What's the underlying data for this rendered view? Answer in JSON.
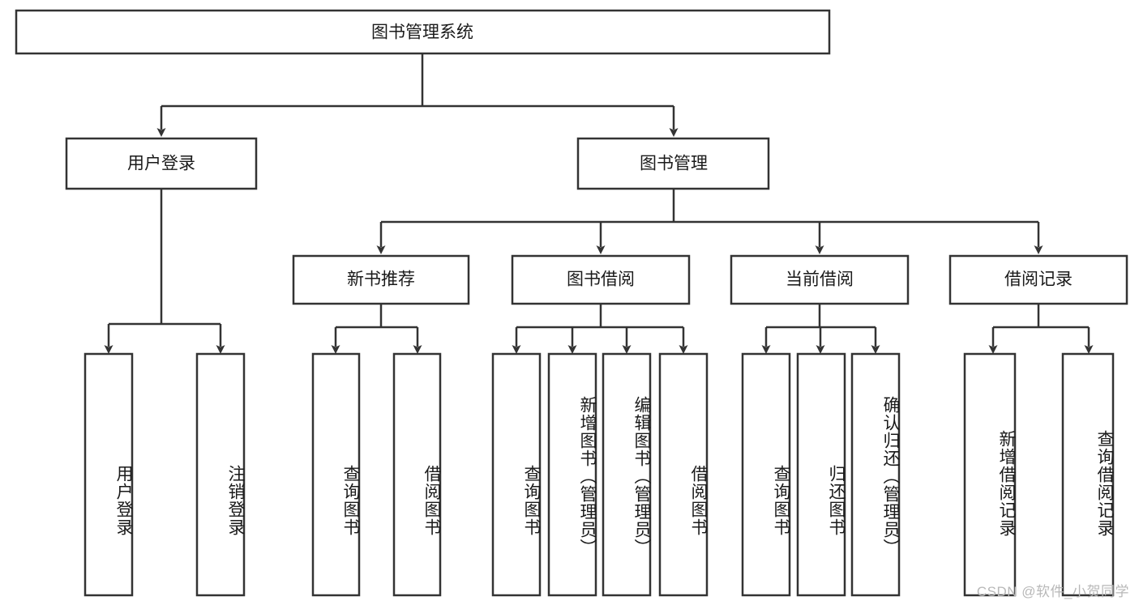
{
  "diagram": {
    "type": "tree-hierarchy",
    "title": "图书管理系统",
    "watermark": "CSDN @软件_小贺同学",
    "levels": {
      "root": {
        "label": "图书管理系统"
      },
      "level2": [
        {
          "id": "user-login",
          "label": "用户登录"
        },
        {
          "id": "book-management",
          "label": "图书管理"
        }
      ],
      "level3": [
        {
          "id": "new-book-recommend",
          "label": "新书推荐",
          "parent": "book-management"
        },
        {
          "id": "book-borrow",
          "label": "图书借阅",
          "parent": "book-management"
        },
        {
          "id": "current-borrow",
          "label": "当前借阅",
          "parent": "book-management"
        },
        {
          "id": "borrow-record",
          "label": "借阅记录",
          "parent": "book-management"
        }
      ],
      "leaves": [
        {
          "id": "leaf-user-login",
          "label": "用户登录",
          "parent": "user-login"
        },
        {
          "id": "leaf-logout-login",
          "label": "注销登录",
          "parent": "user-login"
        },
        {
          "id": "leaf-query-book-1",
          "label": "查询图书",
          "parent": "new-book-recommend"
        },
        {
          "id": "leaf-borrow-book-1",
          "label": "借阅图书",
          "parent": "new-book-recommend"
        },
        {
          "id": "leaf-query-book-2",
          "label": "查询图书",
          "parent": "book-borrow"
        },
        {
          "id": "leaf-add-book",
          "label": "新增图书（管理员）",
          "parent": "book-borrow"
        },
        {
          "id": "leaf-edit-book",
          "label": "编辑图书（管理员）",
          "parent": "book-borrow"
        },
        {
          "id": "leaf-borrow-book-2",
          "label": "借阅图书",
          "parent": "book-borrow"
        },
        {
          "id": "leaf-query-book-3",
          "label": "查询图书",
          "parent": "current-borrow"
        },
        {
          "id": "leaf-return-book",
          "label": "归还图书",
          "parent": "current-borrow"
        },
        {
          "id": "leaf-confirm-return",
          "label": "确认归还（管理员）",
          "parent": "current-borrow"
        },
        {
          "id": "leaf-add-record",
          "label": "新增借阅记录",
          "parent": "borrow-record"
        },
        {
          "id": "leaf-query-record",
          "label": "查询借阅记录",
          "parent": "borrow-record"
        }
      ]
    },
    "colors": {
      "box_stroke": "#333333",
      "box_fill": "#ffffff",
      "text": "#1a1a1a",
      "watermark": "#b8b8b8",
      "background": "#ffffff"
    }
  }
}
